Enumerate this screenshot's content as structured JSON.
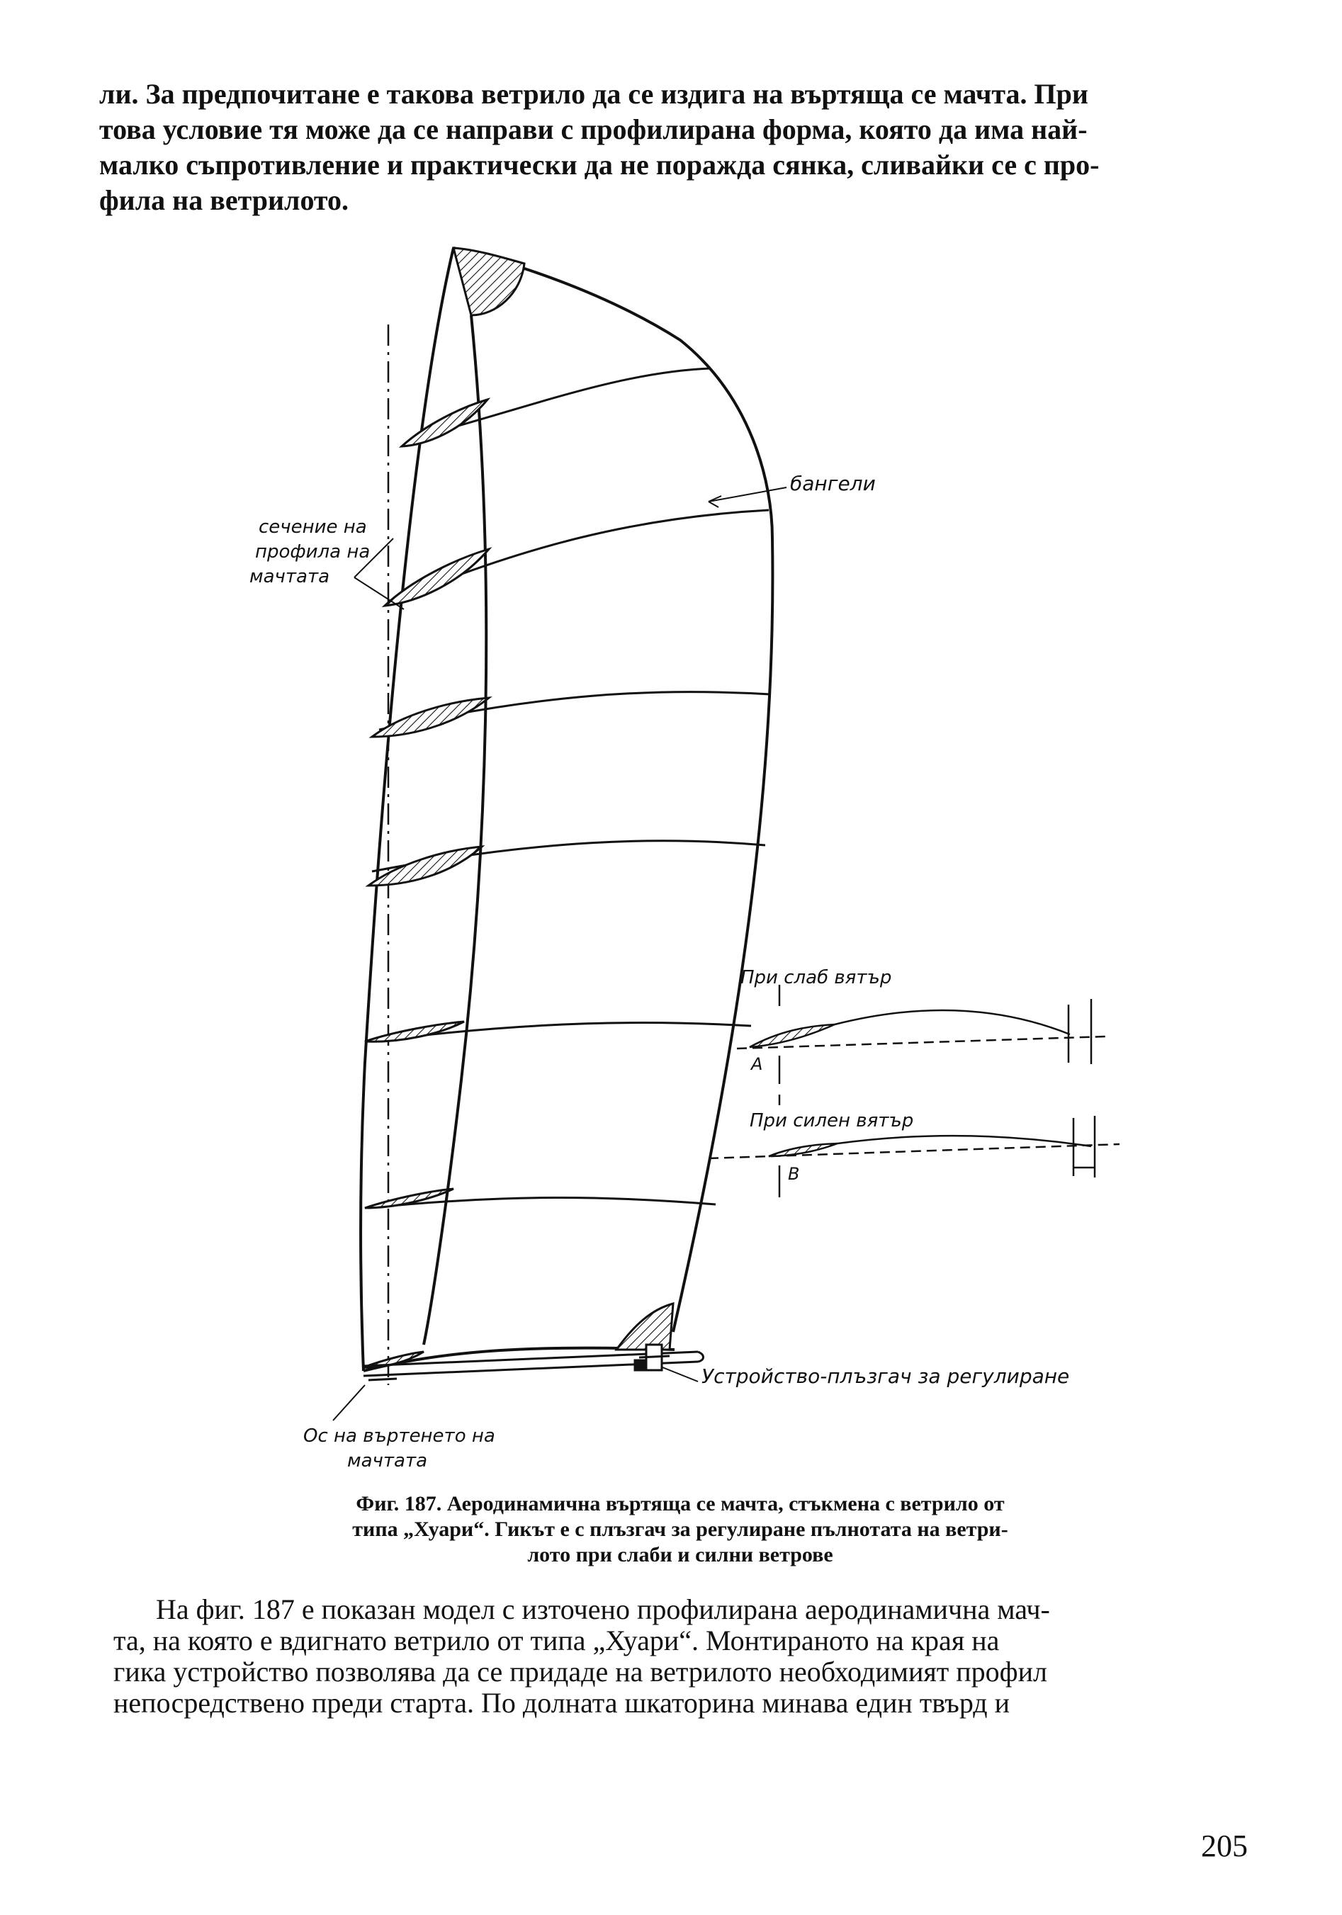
{
  "top_paragraph": [
    "ли. За предпочитане е такова ветрило да се издига на въртяща се мачта. При",
    "това условие тя може да се направи с профилирана форма, която да има най-",
    "малко съпротивление и практически да не поражда  сянка, сливайки се с про-",
    "фила на ветрилото."
  ],
  "figure": {
    "labels": {
      "battens": "бангели",
      "mast_section_1": "сечение на",
      "mast_section_2": "профила на",
      "mast_section_3": "мачтата",
      "light_wind": "При слаб вятър",
      "strong_wind": "При силен вятър",
      "mark_a": "A",
      "mark_b": "B",
      "slider": "Устройство-плъзгач за регулиране",
      "axis_1": "Ос на въртенето на",
      "axis_2": "мачтата"
    }
  },
  "caption": [
    "Фиг. 187. Аеродинамична въртяща се мачта,  стъкмена  с  ветрило  от",
    "типа  „Хуари“. Гикът е с плъзгач за  регулиране  пълнотата на ветри-",
    "лото при слаби и силни  ветрове"
  ],
  "body_paragraph": [
    "На фиг. 187 е показан модел с източено  профилирана аеродинамична мач-",
    "та, на която е вдигнато ветрило от типа  „Хуари“.  Монтираното  на края  на",
    "гика устройство позволява да се придаде на ветрилото необходимият профил",
    "непосредствено преди старта.  По  долната  шкаторина  минава  един  твърд  и"
  ],
  "page_number": "205"
}
